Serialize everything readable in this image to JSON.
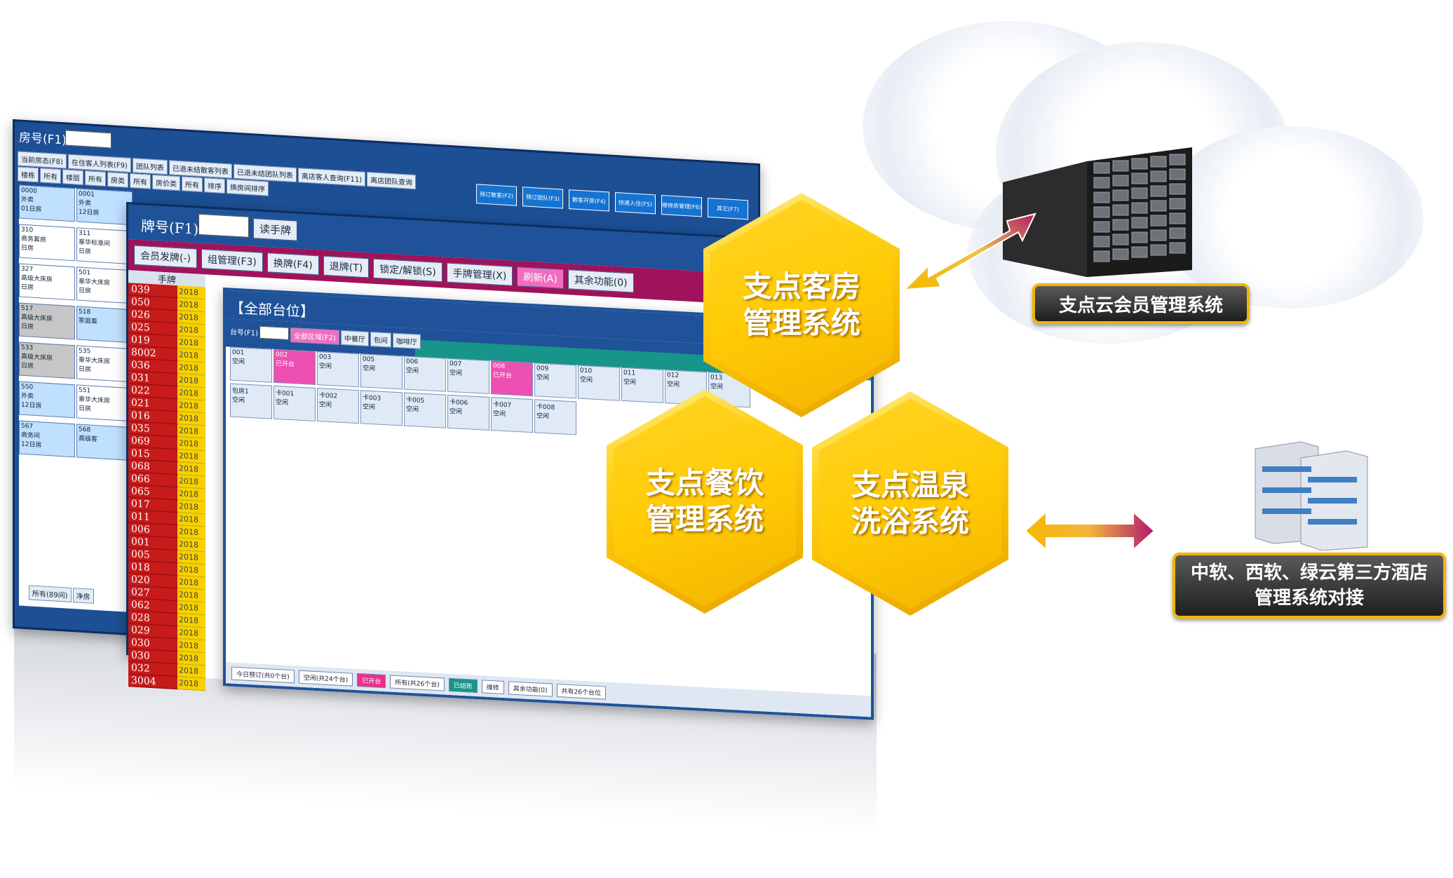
{
  "screens": {
    "back_window": {
      "room_label": "房号(F1)",
      "tabs": [
        "当前房态(F8)",
        "在住客人列表(F9)",
        "团队列表",
        "已退未结散客列表",
        "已退未结团队列表",
        "离店客人查询(F11)",
        "离店团队查询"
      ],
      "filters": [
        "楼栋",
        "所有",
        "楼层",
        "所有",
        "房类",
        "所有",
        "房价类",
        "所有",
        "排序",
        "换房间排序"
      ],
      "top_buttons": [
        "预订散客(F2)",
        "预订团队(F3)",
        "散客开房(F4)",
        "快速入住(F5)",
        "维修房管理(F6)",
        "其它(F7)"
      ],
      "rooms": [
        {
          "no": "0000",
          "info": "外卖",
          "extra": "01日房"
        },
        {
          "no": "0001",
          "info": "外卖",
          "extra": "12日房"
        },
        {
          "no": "310",
          "info": "商务套房",
          "extra": "日房"
        },
        {
          "no": "311",
          "info": "豪华标准间",
          "extra": "日房"
        },
        {
          "no": "327",
          "info": "高级大床房",
          "extra": "日房"
        },
        {
          "no": "501",
          "info": "豪华大床房",
          "extra": "日房"
        },
        {
          "no": "517",
          "info": "高级大床房",
          "extra": "日房"
        },
        {
          "no": "518",
          "info": "家庭套",
          "extra": ""
        },
        {
          "no": "533",
          "info": "高级大床房",
          "extra": "日房"
        },
        {
          "no": "535",
          "info": "豪华大床房",
          "extra": "日房"
        },
        {
          "no": "550",
          "info": "外卖",
          "extra": "12日房"
        },
        {
          "no": "551",
          "info": "豪华大床房",
          "extra": "日房"
        },
        {
          "no": "567",
          "info": "商务间",
          "extra": "12日房"
        },
        {
          "no": "568",
          "info": "高级客",
          "extra": ""
        }
      ],
      "footer": [
        "所有(89间)",
        "净房"
      ]
    },
    "middle_window": {
      "card_label": "牌号(F1)",
      "read_button": "读手牌",
      "toolbar": [
        "会员发牌(-)",
        "组管理(F3)",
        "换牌(F4)",
        "退牌(T)",
        "锁定/解锁(S)",
        "手牌管理(X)",
        "刷新(A)",
        "其余功能(0)"
      ],
      "hand_header": "手牌",
      "hand_numbers": [
        "039",
        "050",
        "026",
        "025",
        "019",
        "8002",
        "036",
        "031",
        "022",
        "021",
        "016",
        "035",
        "069",
        "015",
        "068",
        "066",
        "065",
        "017",
        "011",
        "006",
        "001",
        "005",
        "018",
        "020",
        "027",
        "062",
        "028",
        "029",
        "030",
        "030",
        "032",
        "3004"
      ],
      "date_prefix": "2018"
    },
    "front_window": {
      "title": "【全部台位】",
      "filter_label": "台号(F1)",
      "area_tabs": [
        "全部区域(F2)",
        "中餐厅",
        "包间",
        "咖啡厅"
      ],
      "tables_row1": [
        {
          "no": "001",
          "state": "空闲"
        },
        {
          "no": "002",
          "state": "已开台"
        },
        {
          "no": "003",
          "state": "空闲"
        },
        {
          "no": "005",
          "state": "空闲"
        },
        {
          "no": "006",
          "state": "空闲"
        },
        {
          "no": "007",
          "state": "空闲"
        },
        {
          "no": "008",
          "state": "已开台"
        },
        {
          "no": "009",
          "state": "空闲"
        },
        {
          "no": "010",
          "state": "空闲"
        },
        {
          "no": "011",
          "state": "空闲"
        },
        {
          "no": "012",
          "state": "空闲"
        },
        {
          "no": "013",
          "state": "空闲"
        }
      ],
      "tables_row2": [
        {
          "no": "包房1",
          "state": "空闲"
        },
        {
          "no": "卡001",
          "state": "空闲"
        },
        {
          "no": "卡002",
          "state": "空闲"
        },
        {
          "no": "卡003",
          "state": "空闲"
        },
        {
          "no": "卡005",
          "state": "空闲"
        },
        {
          "no": "卡006",
          "state": "空闲"
        },
        {
          "no": "卡007",
          "state": "空闲"
        },
        {
          "no": "卡008",
          "state": "空闲"
        }
      ],
      "status_bar": [
        "今日预订(共0个台)",
        "空闲(共24个台)",
        "已开台",
        "所有(共26个台)",
        "已结账",
        "维修",
        "其余功能(0)",
        "共有26个台位"
      ]
    }
  },
  "hexagons": {
    "top": "支点客房\n管理系统",
    "left": "支点餐饮\n管理系统",
    "right": "支点温泉\n洗浴系统"
  },
  "cloud_label": "支点云会员管理系统",
  "third_party_label": "中软、西软、绿云第三方酒店管理系统对接",
  "colors": {
    "hex_yellow": "#ffcb05",
    "arrow_start": "#f6b800",
    "arrow_end": "#b0196e",
    "label_border": "#f3b400",
    "label_bg": "#2e2e2e",
    "window_blue": "#1f5299",
    "toolbar_magenta": "#a0125a"
  }
}
